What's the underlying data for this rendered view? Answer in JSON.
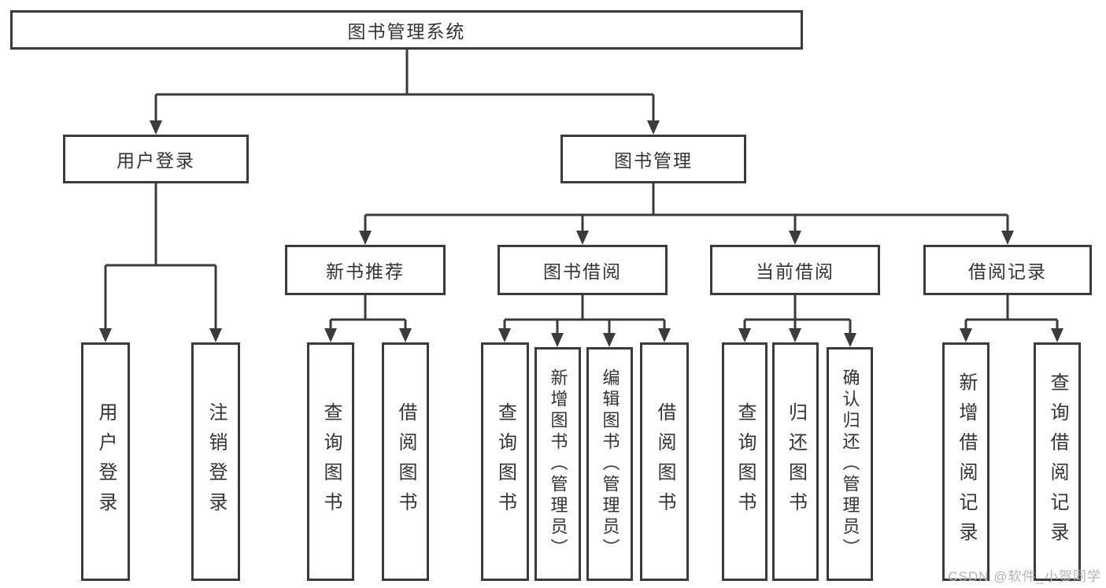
{
  "diagram": {
    "root": {
      "label": "图书管理系统"
    },
    "level2": [
      {
        "label": "用户登录"
      },
      {
        "label": "图书管理"
      }
    ],
    "level3": [
      {
        "label": "新书推荐"
      },
      {
        "label": "图书借阅"
      },
      {
        "label": "当前借阅"
      },
      {
        "label": "借阅记录"
      }
    ],
    "leaves": {
      "user_login": [
        "用户登录",
        "注销登录"
      ],
      "new_books": [
        "查询图书",
        "借阅图书"
      ],
      "book_borrow": [
        "查询图书",
        "新增图书（管理员）",
        "编辑图书（管理员）",
        "借阅图书"
      ],
      "current_borrow": [
        "查询图书",
        "归还图书",
        "确认归还（管理员）"
      ],
      "borrow_records": [
        "新增借阅记录",
        "查询借阅记录"
      ]
    }
  },
  "watermark": {
    "text": "CSDN @软件_小贺同学"
  },
  "colors": {
    "line": "#3b3b3b",
    "text": "#333333",
    "watermark": "#b3b3b3",
    "background": "#ffffff"
  }
}
